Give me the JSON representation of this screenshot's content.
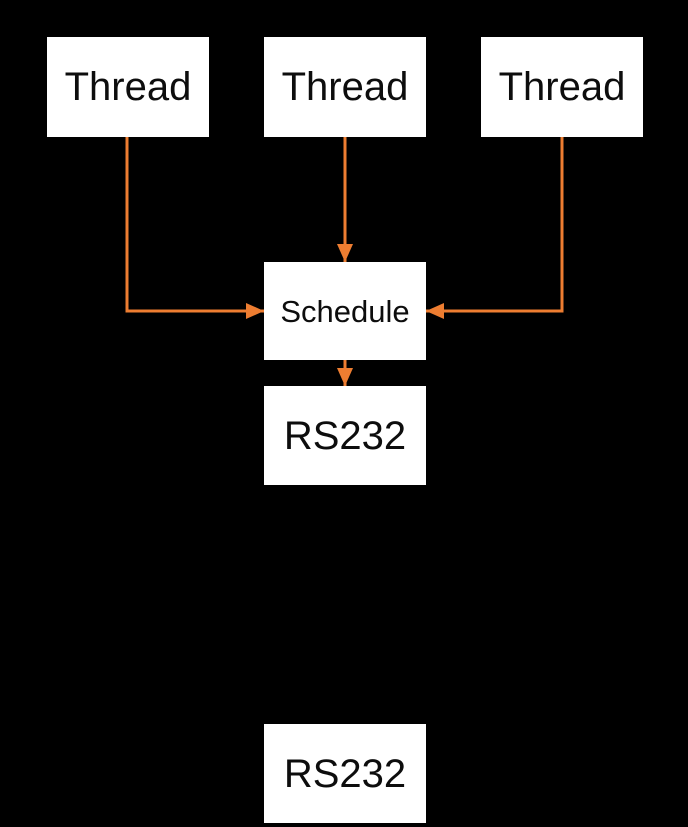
{
  "diagram": {
    "nodes": [
      {
        "id": "thread-1",
        "label": "Thread"
      },
      {
        "id": "thread-2",
        "label": "Thread"
      },
      {
        "id": "thread-3",
        "label": "Thread"
      },
      {
        "id": "schedule",
        "label": "Schedule"
      },
      {
        "id": "rs232-top",
        "label": "RS232"
      },
      {
        "id": "rs232-bottom",
        "label": "RS232"
      }
    ],
    "edges": [
      {
        "from": "thread-1",
        "to": "schedule"
      },
      {
        "from": "thread-2",
        "to": "schedule"
      },
      {
        "from": "thread-3",
        "to": "schedule"
      },
      {
        "from": "schedule",
        "to": "rs232-top"
      }
    ],
    "colors": {
      "background": "#000000",
      "node_fill": "#FFFFFF",
      "node_text": "#0D0D0D",
      "arrow": "#ED7D31"
    }
  }
}
